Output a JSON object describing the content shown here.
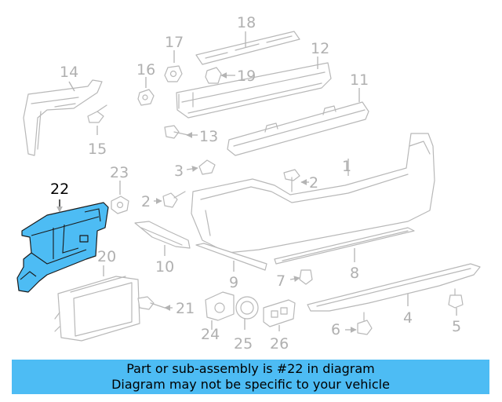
{
  "diagram": {
    "highlighted_part": "22",
    "callouts": {
      "c1": "1",
      "c2a": "2",
      "c2b": "2",
      "c3": "3",
      "c4": "4",
      "c5": "5",
      "c6": "6",
      "c7": "7",
      "c8": "8",
      "c9": "9",
      "c10": "10",
      "c11": "11",
      "c12": "12",
      "c13": "13",
      "c14": "14",
      "c15": "15",
      "c16": "16",
      "c17": "17",
      "c18": "18",
      "c19": "19",
      "c20": "20",
      "c21": "21",
      "c22": "22",
      "c23": "23",
      "c24": "24",
      "c25": "25",
      "c26": "26"
    },
    "colors": {
      "highlight": "#4dbcf4",
      "line": "#b8b8b8",
      "banner": "#4dbcf4"
    }
  },
  "footer": {
    "line1": "Part or sub-assembly is #22 in diagram",
    "line2": "Diagram may not be specific to your vehicle"
  }
}
